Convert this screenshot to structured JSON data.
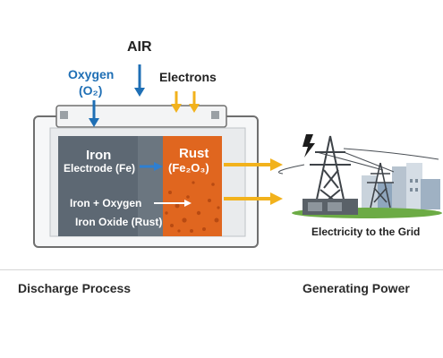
{
  "labels": {
    "air": "AIR",
    "oxygen": "Oxygen",
    "oxygen_formula": "(O₂)",
    "electrons": "Electrons",
    "iron_title": "Iron",
    "iron_electrode": "Electrode (Fe)",
    "rust_title": "Rust",
    "rust_formula": "(Fe₂O₃)",
    "reaction_line1": "Iron + Oxygen",
    "reaction_line2": "Iron Oxide (Rust)",
    "grid": "Electricity to the Grid"
  },
  "captions": {
    "left": "Discharge Process",
    "right": "Generating Power"
  },
  "colors": {
    "oxygen_blue": "#1f6fb5",
    "electron_yellow": "#f2b21c",
    "rust_orange": "#e0661f",
    "iron_gray": "#5d6873",
    "grid_green": "#6cab45"
  }
}
